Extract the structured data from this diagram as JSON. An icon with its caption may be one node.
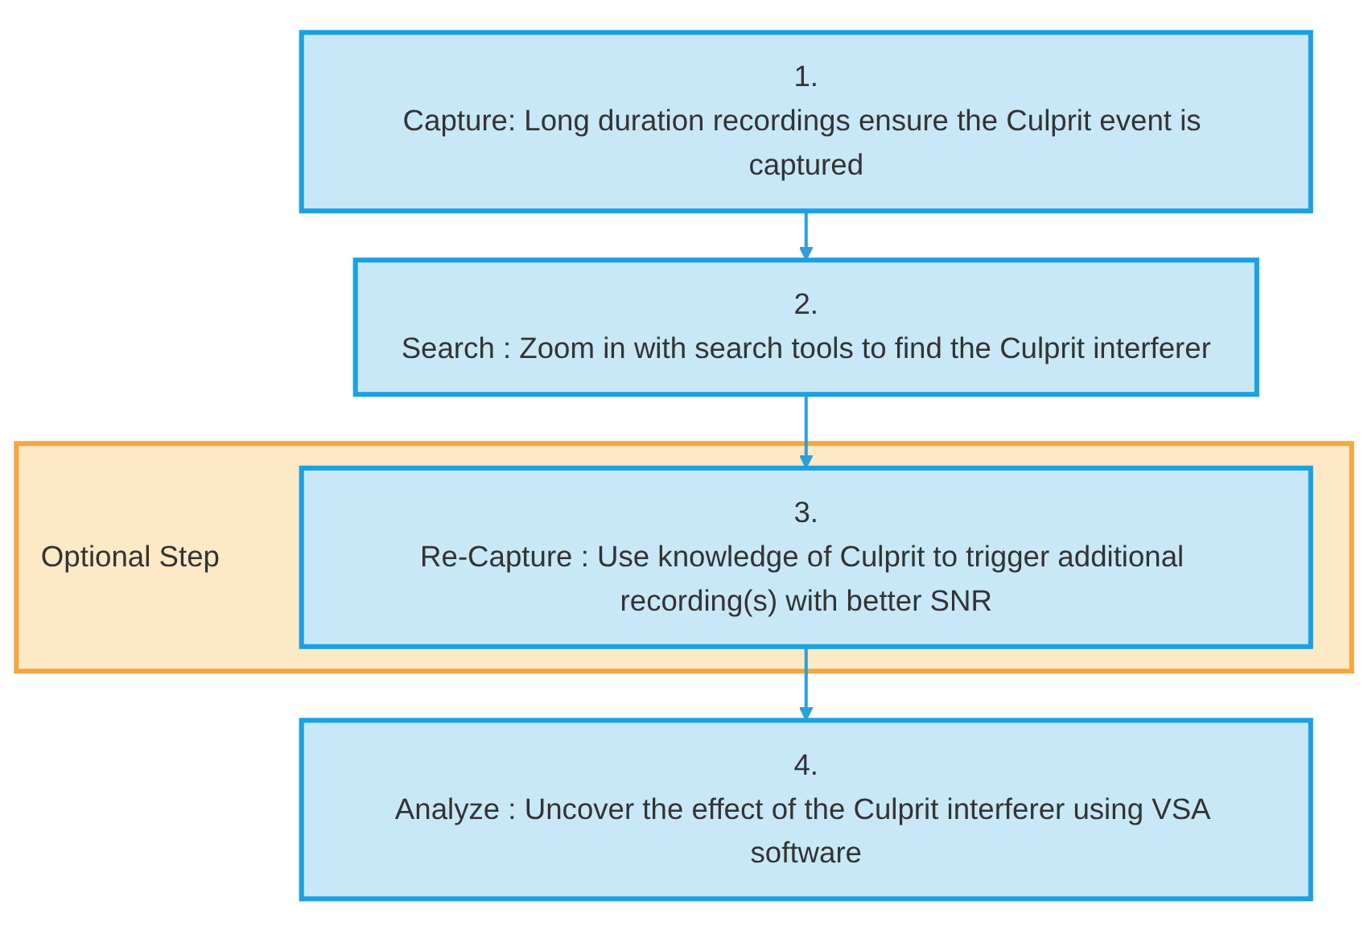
{
  "diagram": {
    "nodes": [
      {
        "text": [
          "1.",
          "Capture: Long duration recordings ensure the Culprit event is captured"
        ]
      },
      {
        "text": [
          "2.",
          "Search : Zoom in with search tools to find the Culprit interferer"
        ]
      },
      {
        "text": [
          "Optional Step"
        ]
      },
      {
        "text": [
          "3.",
          "Re-Capture : Use knowledge of Culprit to trigger additional recording(s) with better SNR"
        ],
        "in": 2
      },
      {
        "text": [
          "4.",
          "Analyze : Uncover the effect of the Culprit interferer using VSA software"
        ]
      }
    ],
    "edges": [
      {
        "from": 0,
        "to": 1,
        "arrow": "to"
      },
      {
        "from": 1,
        "to": 3,
        "arrow": "to"
      },
      {
        "from": 3,
        "to": 4,
        "arrow": "to"
      }
    ]
  }
}
